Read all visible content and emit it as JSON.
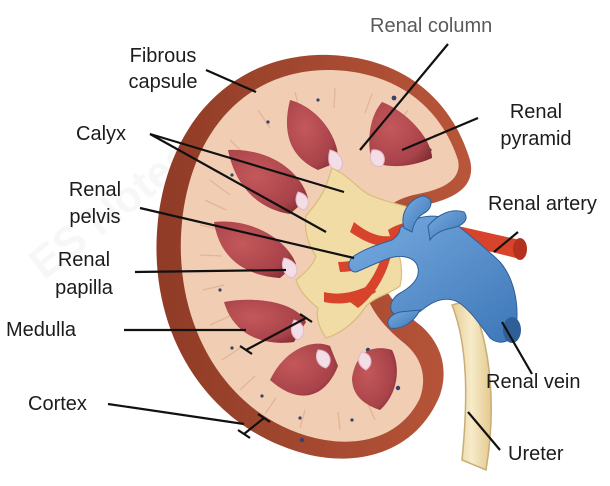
{
  "diagram": {
    "labels": {
      "renal_column": "Renal column",
      "fibrous_capsule_1": "Fibrous",
      "fibrous_capsule_2": "capsule",
      "renal_pyramid_1": "Renal",
      "renal_pyramid_2": "pyramid",
      "calyx": "Calyx",
      "renal_pelvis_1": "Renal",
      "renal_pelvis_2": "pelvis",
      "renal_artery": "Renal artery",
      "renal_papilla_1": "Renal",
      "renal_papilla_2": "papilla",
      "medulla": "Medulla",
      "renal_vein": "Renal vein",
      "cortex": "Cortex",
      "ureter": "Ureter"
    },
    "watermark": "ES Notes",
    "colors": {
      "capsule": "#a1462f",
      "cortex": "#f1cdb3",
      "pyramid": "#b24a4b",
      "pyramid_dark": "#7c2a2e",
      "papilla": "#f3dde6",
      "pelvis": "#f0dca4",
      "artery": "#d8432b",
      "vein": "#5b95d3",
      "ureter": "#efdcb0",
      "leader_line": "#111111"
    }
  }
}
